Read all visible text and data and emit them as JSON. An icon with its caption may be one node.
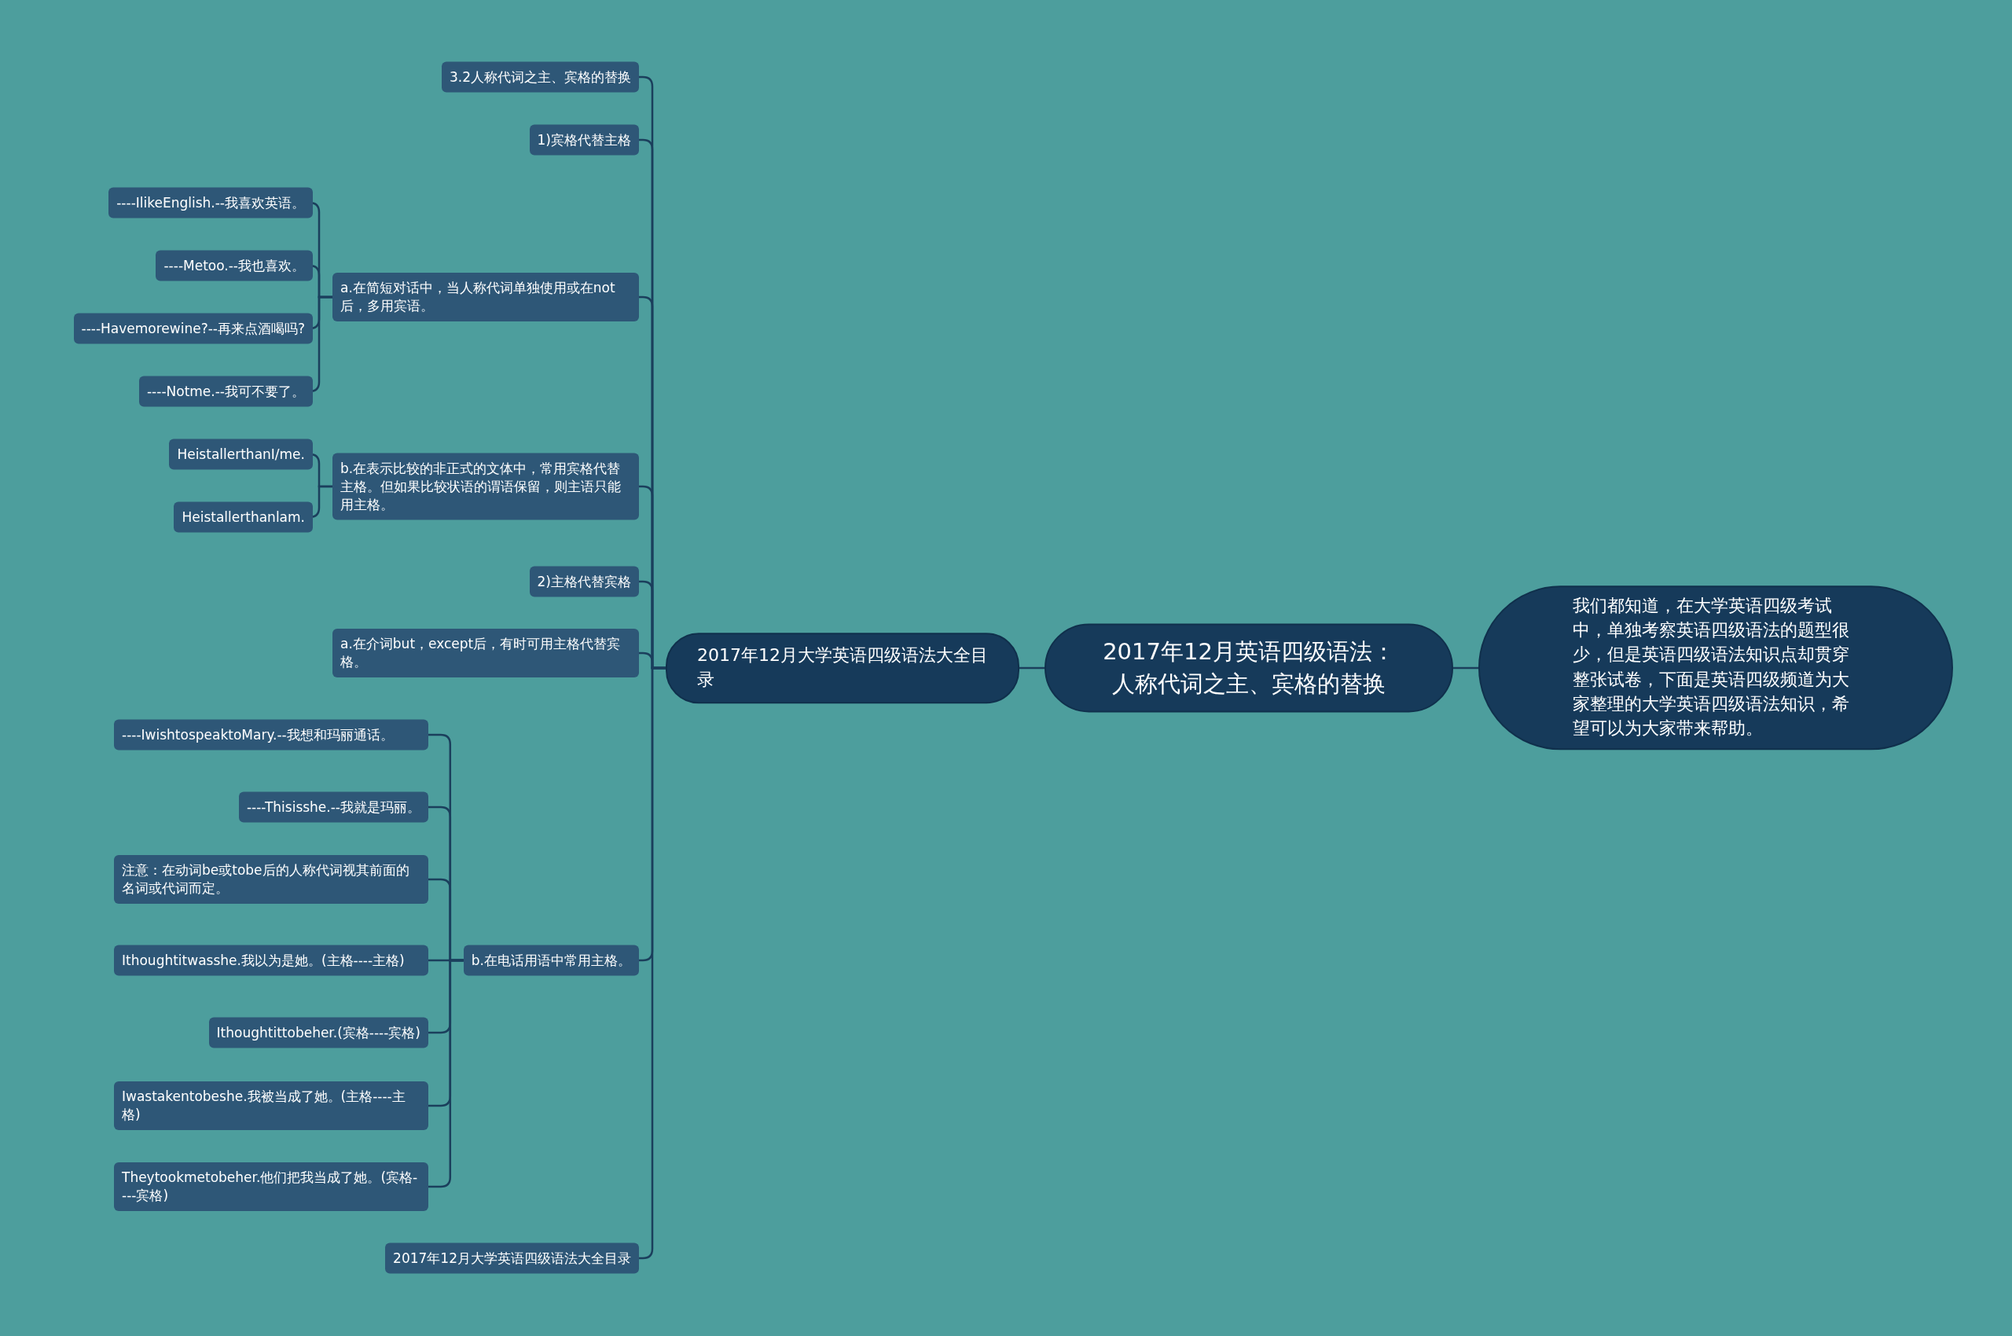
{
  "diagram": {
    "nodes": [
      {
        "text": [
          "2017年12月英语四级语法：人称代词之主、宾格的替换"
        ]
      },
      {
        "text": [
          "我们都知道，在大学英语四级考试中，单独考察英语四级语法的题型很少，但是英语四级语法知识点却贯穿整张试卷，下面是英语四级频道为大家整理的大学英语四级语法知识，希望可以为大家带来帮助。"
        ]
      },
      {
        "text": [
          "2017年12月大学英语四级语法大全目录"
        ]
      },
      {
        "text": [
          "3.2人称代词之主、宾格的替换"
        ]
      },
      {
        "text": [
          "1)宾格代替主格"
        ]
      },
      {
        "text": [
          "a.在简短对话中，当人称代词单独使用或在not后，多用宾语。"
        ]
      },
      {
        "text": [
          "----IlikeEnglish.--我喜欢英语。"
        ]
      },
      {
        "text": [
          "----Metoo.--我也喜欢。"
        ]
      },
      {
        "text": [
          "----Havemorewine?--再来点酒喝吗?"
        ]
      },
      {
        "text": [
          "----Notme.--我可不要了。"
        ]
      },
      {
        "text": [
          "b.在表示比较的非正式的文体中，常用宾格代替主格。但如果比较状语的谓语保留，则主语只能用主格。"
        ]
      },
      {
        "text": [
          "HeistallerthanI/me."
        ]
      },
      {
        "text": [
          "Heistallerthanlam."
        ]
      },
      {
        "text": [
          "2)主格代替宾格"
        ]
      },
      {
        "text": [
          "a.在介词but，except后，有时可用主格代替宾格。"
        ]
      },
      {
        "text": [
          "b.在电话用语中常用主格。"
        ]
      },
      {
        "text": [
          "----IwishtospeaktoMary.--我想和玛丽通话。"
        ]
      },
      {
        "text": [
          "----Thisisshe.--我就是玛丽。"
        ]
      },
      {
        "text": [
          "注意：在动词be或tobe后的人称代词视其前面的名词或代词而定。"
        ]
      },
      {
        "text": [
          "Ithoughtitwasshe.我以为是她。(主格----主格)"
        ]
      },
      {
        "text": [
          "Ithoughtittobeher.(宾格----宾格)"
        ]
      },
      {
        "text": [
          "Iwastakentobeshe.我被当成了她。(主格----主格)"
        ]
      },
      {
        "text": [
          "Theytookmetobeher.他们把我当成了她。(宾格----宾格)"
        ]
      },
      {
        "text": [
          "2017年12月大学英语四级语法大全目录"
        ]
      }
    ],
    "edges": [
      {
        "from": 0,
        "to": 1,
        "arrow": "none"
      },
      {
        "from": 0,
        "to": 2,
        "arrow": "none"
      },
      {
        "from": 2,
        "to": 3,
        "arrow": "none"
      },
      {
        "from": 2,
        "to": 4,
        "arrow": "none"
      },
      {
        "from": 2,
        "to": 5,
        "arrow": "none"
      },
      {
        "from": 5,
        "to": 6,
        "arrow": "none"
      },
      {
        "from": 5,
        "to": 7,
        "arrow": "none"
      },
      {
        "from": 5,
        "to": 8,
        "arrow": "none"
      },
      {
        "from": 5,
        "to": 9,
        "arrow": "none"
      },
      {
        "from": 2,
        "to": 10,
        "arrow": "none"
      },
      {
        "from": 10,
        "to": 11,
        "arrow": "none"
      },
      {
        "from": 10,
        "to": 12,
        "arrow": "none"
      },
      {
        "from": 2,
        "to": 13,
        "arrow": "none"
      },
      {
        "from": 2,
        "to": 14,
        "arrow": "none"
      },
      {
        "from": 2,
        "to": 15,
        "arrow": "none"
      },
      {
        "from": 15,
        "to": 16,
        "arrow": "none"
      },
      {
        "from": 15,
        "to": 17,
        "arrow": "none"
      },
      {
        "from": 15,
        "to": 18,
        "arrow": "none"
      },
      {
        "from": 15,
        "to": 19,
        "arrow": "none"
      },
      {
        "from": 15,
        "to": 20,
        "arrow": "none"
      },
      {
        "from": 15,
        "to": 21,
        "arrow": "none"
      },
      {
        "from": 15,
        "to": 22,
        "arrow": "none"
      },
      {
        "from": 2,
        "to": 23,
        "arrow": "none"
      }
    ]
  }
}
